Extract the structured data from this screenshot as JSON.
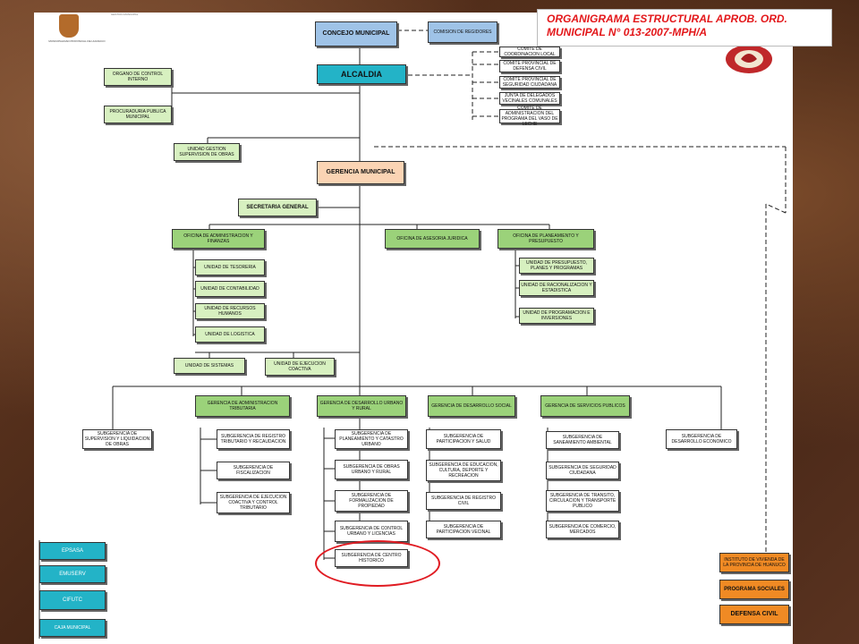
{
  "title": {
    "line1": "ORGANIGRAMA ESTRUCTURAL APROB. ORD.",
    "line2": "MUNICIPAL N° 013-2007-MPH/A"
  },
  "header": {
    "logo_text": "MUNICIPALIDAD PROVINCIAL DE HUANUCO",
    "subtitle": "GESTION MUNICIPAL"
  },
  "top": {
    "concejo": "CONCEJO MUNICIPAL",
    "comision": "COMISION DE REGIDORES",
    "alcaldia": "ALCALDIA",
    "control": "ORGANO DE CONTROL INTERNO",
    "procuraduria": "PROCURADURIA PUBLICA MUNICIPAL",
    "gestion": "UNIDAD GESTION SUPERVISION DE OBRAS",
    "gerencia": "GERENCIA MUNICIPAL",
    "secretaria": "SECRETARIA GENERAL"
  },
  "committees": [
    "COMITE DE COORDINACION LOCAL",
    "COMITE PROVINCIAL DE DEFENSA CIVIL",
    "COMITE PROVINCIAL DE SEGURIDAD CIUDADANA",
    "JUNTA DE DELEGADOS VECINALES COMUNALES",
    "COMITE DE ADMINISTRACION DEL PROGRAMA DEL VASO DE LECHE"
  ],
  "offices": {
    "admin": "OFICINA DE ADMINISTRACION Y FINANZAS",
    "asesoria": "OFICINA DE ASESORIA JURIDICA",
    "planeamiento": "OFICINA DE PLANEAMIENTO Y PRESUPUESTO"
  },
  "admin_units": [
    "UNIDAD DE TESORERIA",
    "UNIDAD DE CONTABILIDAD",
    "UNIDAD DE RECURSOS HUMANOS",
    "UNIDAD DE LOGISTICA"
  ],
  "plan_units": [
    "UNIDAD DE PRESUPUESTO, PLANES Y PROGRAMAS",
    "UNIDAD DE RACIONALIZACION Y ESTADISTICA",
    "UNIDAD DE PROGRAMACION E INVERSIONES"
  ],
  "other_units": [
    "UNIDAD DE SISTEMAS",
    "UNIDAD DE EJECUCION COACTIVA"
  ],
  "gerencias": [
    {
      "label": "GERENCIA DE ADMINISTRACION TRIBUTARIA",
      "subs": [
        "SUBGERENCIA DE REGISTRO TRIBUTARIO Y RECAUDACION",
        "SUBGERENCIA DE FISCALIZACION",
        "SUBGERENCIA DE EJECUCION COACTIVA Y CONTROL TRIBUTARIO"
      ]
    },
    {
      "label": "GERENCIA DE DESARROLLO URBANO Y RURAL",
      "subs": [
        "SUBGERENCIA DE PLANEAMIENTO Y CATASTRO URBANO",
        "SUBGERENCIA DE OBRAS URBANO Y RURAL",
        "SUBGERENCIA DE FORMALIZACION DE PROPIEDAD",
        "SUBGERENCIA DE CONTROL URBANO Y LICENCIAS",
        "SUBGERENCIA DE CENTRO HISTORICO"
      ]
    },
    {
      "label": "GERENCIA DE DESARROLLO SOCIAL",
      "subs": [
        "SUBGERENCIA DE PARTICIPACION Y SALUD",
        "SUBGERENCIA DE EDUCACION, CULTURA, DEPORTE Y RECREACION",
        "SUBGERENCIA DE REGISTRO CIVIL",
        "SUBGERENCIA DE PARTICIPACION VECINAL"
      ]
    },
    {
      "label": "GERENCIA DE SERVICIOS PUBLICOS",
      "subs": [
        "SUBGERENCIA DE SANEAMIENTO AMBIENTAL",
        "SUBGERENCIA DE SEGURIDAD CIUDADANA",
        "SUBGERENCIA DE TRANSITO, CIRCULACION Y TRANSPORTE PUBLICO",
        "SUBGERENCIA DE COMERCIO, MERCADOS"
      ]
    }
  ],
  "left_sub": "SUBGERENCIA DE SUPERVISION Y LIQUIDACION DE OBRAS",
  "right_sub": "SUBGERENCIA DE DESARROLLO ECONOMICO",
  "left_bottom": [
    "EPSASA",
    "EMUSERV",
    "CIFUTC",
    "CAJA MUNICIPAL"
  ],
  "right_bottom": [
    "INSTITUTO DE VIVIENDA DE LA PROVINCIA DE HUANUCO",
    "PROGRAMA SOCIALES",
    "DEFENSA CIVIL"
  ],
  "colors": {
    "highlight": "#e01b22",
    "title": "#e3171a"
  }
}
